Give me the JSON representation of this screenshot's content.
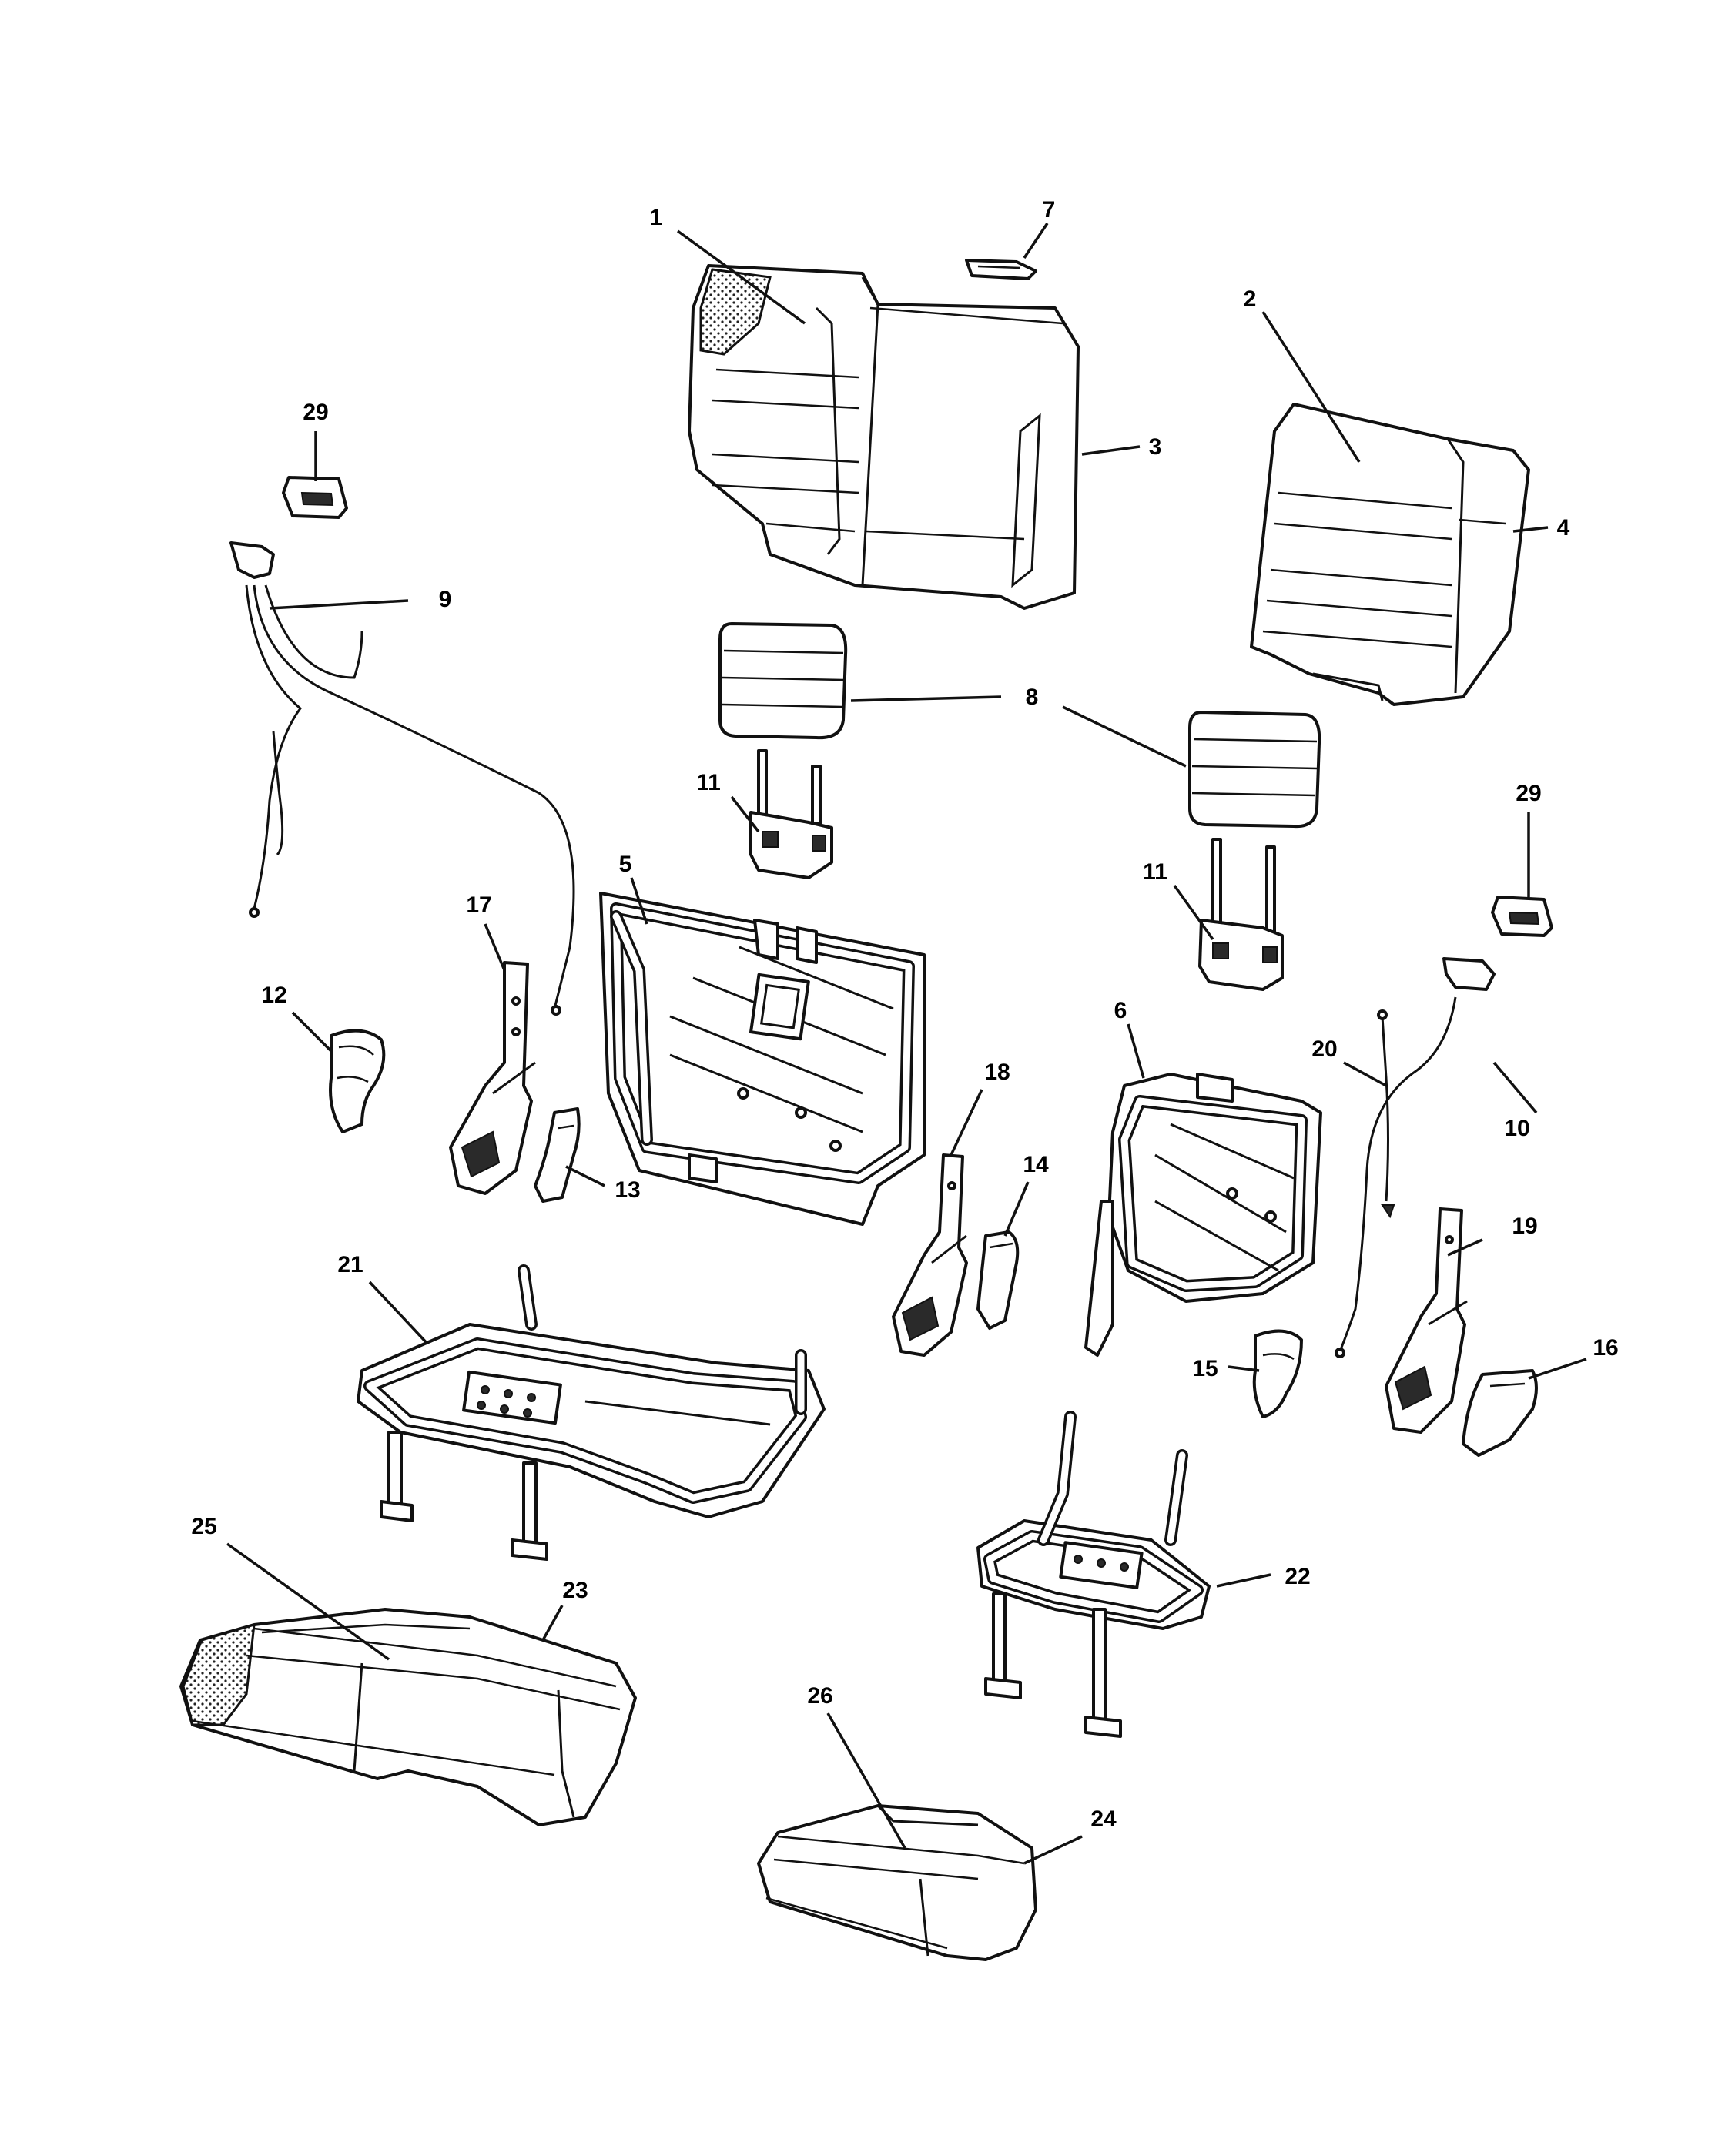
{
  "callouts": [
    {
      "id": "c1",
      "label": "1"
    },
    {
      "id": "c2",
      "label": "2"
    },
    {
      "id": "c3",
      "label": "3"
    },
    {
      "id": "c4",
      "label": "4"
    },
    {
      "id": "c5",
      "label": "5"
    },
    {
      "id": "c6",
      "label": "6"
    },
    {
      "id": "c7",
      "label": "7"
    },
    {
      "id": "c8",
      "label": "8"
    },
    {
      "id": "c9",
      "label": "9"
    },
    {
      "id": "c10",
      "label": "10"
    },
    {
      "id": "c11a",
      "label": "11"
    },
    {
      "id": "c11b",
      "label": "11"
    },
    {
      "id": "c12",
      "label": "12"
    },
    {
      "id": "c13",
      "label": "13"
    },
    {
      "id": "c14",
      "label": "14"
    },
    {
      "id": "c15",
      "label": "15"
    },
    {
      "id": "c16",
      "label": "16"
    },
    {
      "id": "c17",
      "label": "17"
    },
    {
      "id": "c18",
      "label": "18"
    },
    {
      "id": "c19",
      "label": "19"
    },
    {
      "id": "c20",
      "label": "20"
    },
    {
      "id": "c21",
      "label": "21"
    },
    {
      "id": "c22",
      "label": "22"
    },
    {
      "id": "c23",
      "label": "23"
    },
    {
      "id": "c24",
      "label": "24"
    },
    {
      "id": "c25",
      "label": "25"
    },
    {
      "id": "c26",
      "label": "26"
    },
    {
      "id": "c29a",
      "label": "29"
    },
    {
      "id": "c29b",
      "label": "29"
    }
  ]
}
